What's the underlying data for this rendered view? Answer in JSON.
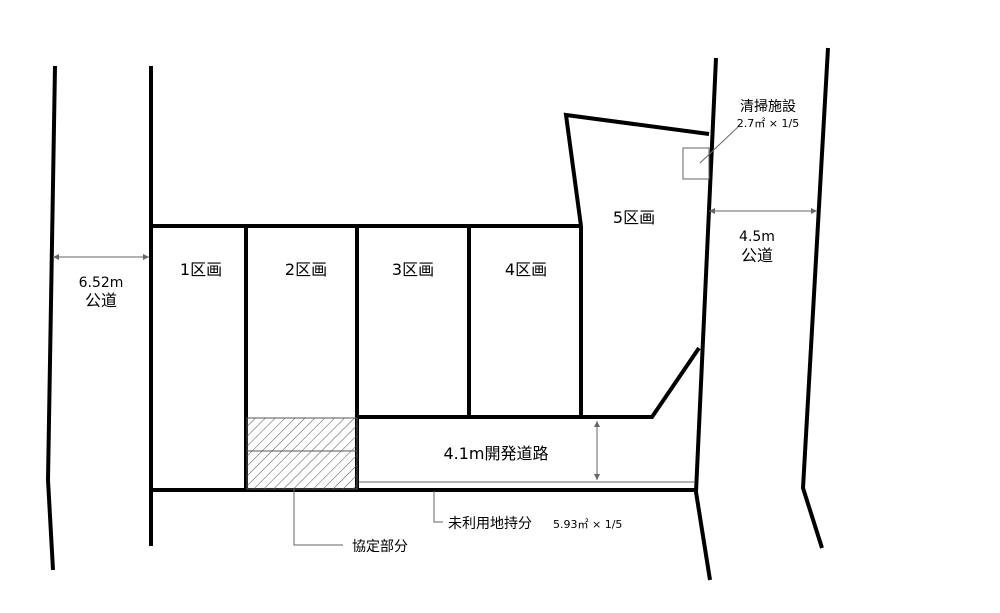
{
  "lots": {
    "lot1": "1区画",
    "lot2": "2区画",
    "lot3": "3区画",
    "lot4": "4区画",
    "lot5": "5区画"
  },
  "roads": {
    "left_width": "6.52m",
    "left_label": "公道",
    "right_width": "4.5m",
    "right_label": "公道",
    "dev_road": "4.1m開発道路"
  },
  "facility": {
    "name": "清掃施設",
    "area": "2.7㎡ × 1/5"
  },
  "notes": {
    "unused_land": "未利用地持分",
    "unused_land_area": "5.93㎡ × 1/5",
    "agreement": "協定部分"
  }
}
